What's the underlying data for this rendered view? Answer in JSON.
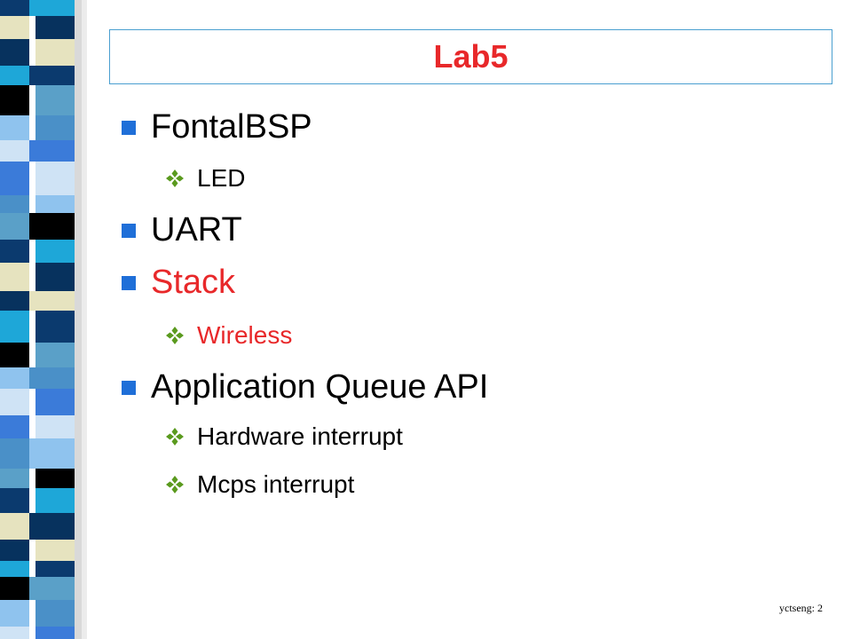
{
  "slide": {
    "title": "Lab5",
    "bullets": [
      {
        "text": "FontalBSP",
        "level": 1,
        "color": "#000000"
      },
      {
        "text": "LED",
        "level": 2,
        "color": "#000000"
      },
      {
        "text": "UART",
        "level": 1,
        "color": "#000000"
      },
      {
        "text": "Stack",
        "level": 1,
        "color": "#e8282a"
      },
      {
        "text": "Wireless",
        "level": 2,
        "color": "#e8282a"
      },
      {
        "text": "Application Queue API",
        "level": 1,
        "color": "#000000"
      },
      {
        "text": "Hardware interrupt",
        "level": 2,
        "color": "#000000"
      },
      {
        "text": "Mcps interrupt",
        "level": 2,
        "color": "#000000"
      }
    ],
    "footer": "yctseng: 2"
  },
  "colors": {
    "title": "#e8282a",
    "title_border": "#4a9fd0",
    "bullet_square": "#1f6fd8",
    "bullet_diamond": "#5a9a1e",
    "accent_text": "#e8282a"
  },
  "icons": {
    "level1_marker": "square-bullet-icon",
    "level2_marker": "four-diamond-bullet-icon"
  }
}
